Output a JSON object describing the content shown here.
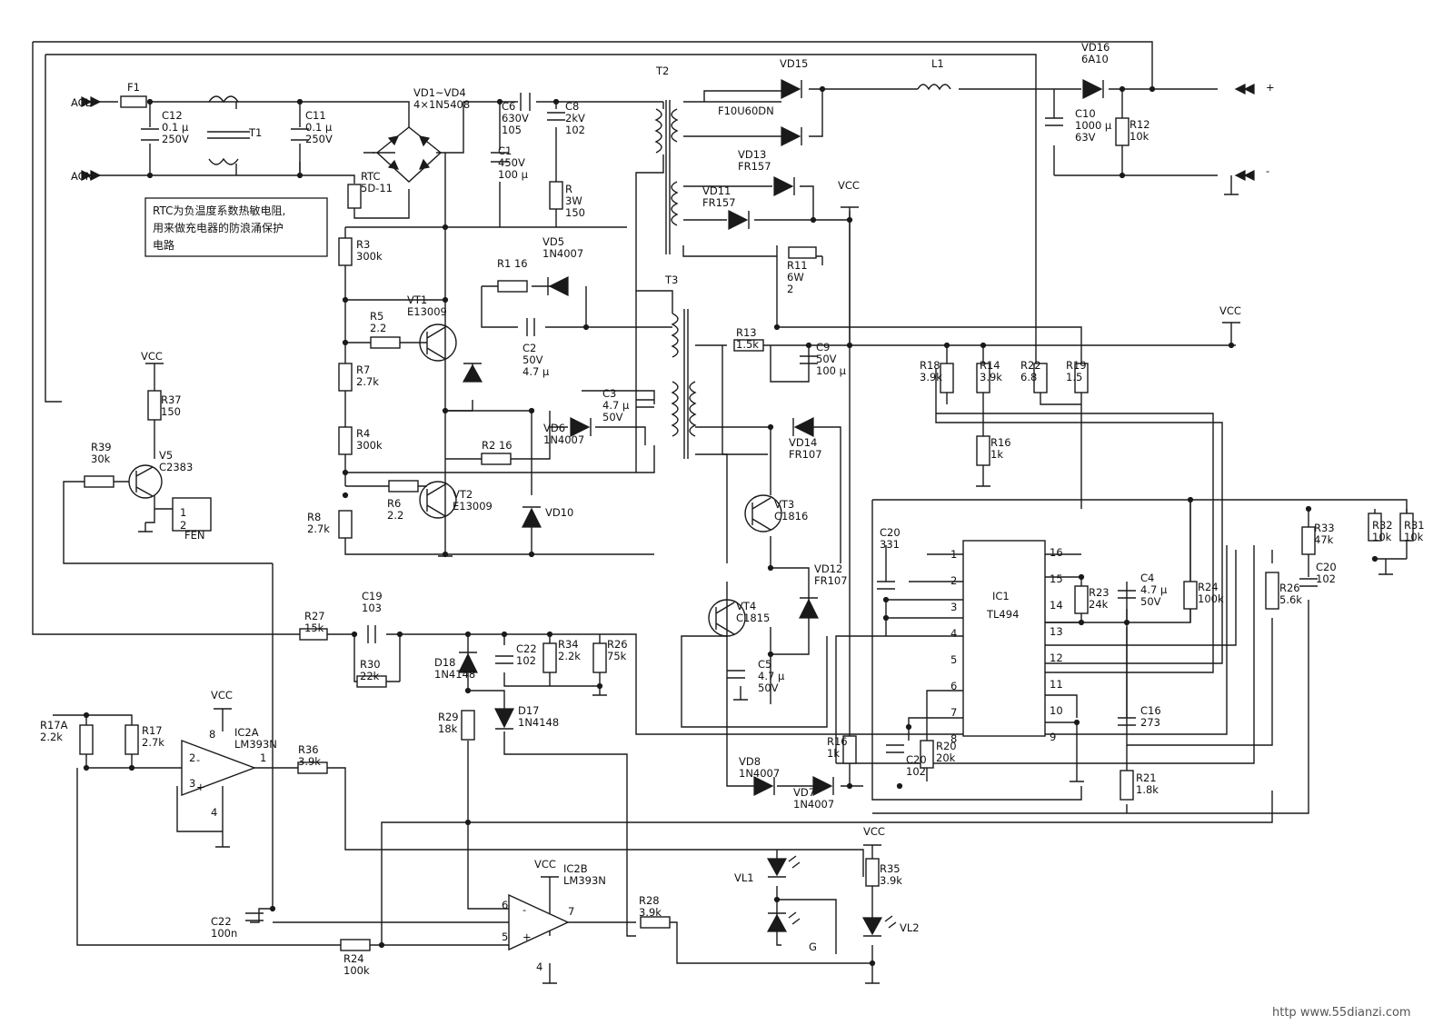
{
  "inputs": {
    "acl": "ACL",
    "acn": "ACN",
    "fuse": "F1"
  },
  "outputs": {
    "plus": "+",
    "minus": "-"
  },
  "supply": "VCC",
  "note": {
    "lines": [
      "RTC为负温度系数热敏电阻,",
      "用来做充电器的防浪涌保护",
      "电路"
    ]
  },
  "watermark": "http  www.55dianzi.com",
  "labels": {
    "c12": [
      "C12",
      "0.1 μ",
      "250V"
    ],
    "t1": [
      "T1"
    ],
    "c11": [
      "C11",
      "0.1 μ",
      "250V"
    ],
    "vd1": [
      "VD1~VD4",
      "4×1N5408"
    ],
    "rtc": [
      "RTC",
      "5D-11"
    ],
    "c6": [
      "C6",
      "630V",
      "105"
    ],
    "c8": [
      "C8",
      "2kV",
      "102"
    ],
    "c1": [
      "C1",
      "450V",
      "100 μ"
    ],
    "r": [
      "R",
      "3W",
      "150"
    ],
    "t2": [
      "T2"
    ],
    "t3": [
      "T3"
    ],
    "vd15": [
      "VD15"
    ],
    "f10u": [
      "F10U60DN"
    ],
    "l1": [
      "L1"
    ],
    "vd16": [
      "VD16",
      "6A10"
    ],
    "c10": [
      "C10",
      "1000 μ",
      "63V"
    ],
    "r12": [
      "R12",
      "10k"
    ],
    "vd13": [
      "VD13",
      "FR157"
    ],
    "vd11": [
      "VD11",
      "FR157"
    ],
    "vcc1": [
      "VCC"
    ],
    "r11": [
      "R11",
      "6W",
      "2"
    ],
    "r3": [
      "R3",
      "300k"
    ],
    "r1": [
      "R1 16"
    ],
    "vd5": [
      "VD5",
      "1N4007"
    ],
    "vt1": [
      "VT1",
      "E13009"
    ],
    "r5": [
      "R5",
      "2.2"
    ],
    "c2": [
      "C2",
      "50V",
      "4.7 μ"
    ],
    "r7": [
      "R7",
      "2.7k"
    ],
    "r4": [
      "R4",
      "300k"
    ],
    "c3": [
      "C3",
      "4.7 μ",
      "50V"
    ],
    "vd6": [
      "VD6",
      "1N4007"
    ],
    "r2": [
      "R2 16"
    ],
    "r13": [
      "R13",
      "1.5k"
    ],
    "c9": [
      "C9",
      "50V",
      "100 μ"
    ],
    "r18": [
      "R18",
      "3.9k"
    ],
    "r14": [
      "R14",
      "3.9k"
    ],
    "r22": [
      "R22",
      "6.8"
    ],
    "r19": [
      "R19",
      "1.5"
    ],
    "vcc2": [
      "VCC"
    ],
    "r16a": [
      "R16",
      "1k"
    ],
    "vd14": [
      "VD14",
      "FR107"
    ],
    "r6": [
      "R6",
      "2.2"
    ],
    "vt2": [
      "VT2",
      "E13009"
    ],
    "r8": [
      "R8",
      "2.7k"
    ],
    "vd10": [
      "VD10"
    ],
    "vt3": [
      "VT3",
      "C1816"
    ],
    "vcc3": [
      "VCC"
    ],
    "r37": [
      "R37",
      "150"
    ],
    "r39": [
      "R39",
      "30k"
    ],
    "v5": [
      "V5",
      "C2383"
    ],
    "fen": [
      "FEN"
    ],
    "fenpins": [
      "1",
      "2"
    ],
    "c20a": [
      "C20",
      "331"
    ],
    "r33": [
      "R33",
      "47k"
    ],
    "r32": [
      "R32",
      "10k"
    ],
    "r31": [
      "R31",
      "10k"
    ],
    "r23": [
      "R23",
      "24k"
    ],
    "c4": [
      "C4",
      "4.7 μ",
      "50V"
    ],
    "r24a": [
      "R24",
      "100k"
    ],
    "r26a": [
      "R26",
      "5.6k"
    ],
    "c20b": [
      "C20",
      "102"
    ],
    "vd12": [
      "VD12",
      "FR107"
    ],
    "vt4": [
      "VT4",
      "C1815"
    ],
    "c5": [
      "C5",
      "4.7 μ",
      "50V"
    ],
    "r27": [
      "R27",
      "15k"
    ],
    "c19": [
      "C19",
      "103"
    ],
    "r30": [
      "R30",
      "22k"
    ],
    "d18": [
      "D18",
      "1N4148"
    ],
    "c22a": [
      "C22",
      "102"
    ],
    "r34": [
      "R34",
      "2.2k"
    ],
    "r26b": [
      "R26",
      "75k"
    ],
    "r29": [
      "R29",
      "18k"
    ],
    "d17": [
      "D17",
      "1N4148"
    ],
    "r17a": [
      "R17A",
      "2.2k"
    ],
    "r17": [
      "R17",
      "2.7k"
    ],
    "vcc4": [
      "VCC"
    ],
    "ic2a": [
      "IC2A",
      "LM393N"
    ],
    "r36": [
      "R36",
      "3.9k"
    ],
    "vd8": [
      "VD8",
      "1N4007"
    ],
    "vd7": [
      "VD7",
      "1N4007"
    ],
    "r16b": [
      "R16",
      "1k"
    ],
    "c20c": [
      "C20",
      "102"
    ],
    "r20": [
      "R20",
      "20k"
    ],
    "c16": [
      "C16",
      "273"
    ],
    "r21": [
      "R21",
      "1.8k"
    ],
    "vl1": [
      "VL1"
    ],
    "vcc5": [
      "VCC"
    ],
    "r35": [
      "R35",
      "3.9k"
    ],
    "vl2": [
      "VL2"
    ],
    "g": [
      "G"
    ],
    "vcc6": [
      "VCC"
    ],
    "ic2b": [
      "IC2B",
      "LM393N"
    ],
    "r28": [
      "R28",
      "3.9k"
    ],
    "c22b": [
      "C22",
      "100n"
    ],
    "r24b": [
      "R24",
      "100k"
    ]
  },
  "ic1": {
    "name": "IC1",
    "part": "TL494",
    "left_pins": [
      "1",
      "2",
      "3",
      "4",
      "5",
      "6",
      "7",
      "8"
    ],
    "right_pins": [
      "16",
      "15",
      "14",
      "13",
      "12",
      "11",
      "10",
      "9"
    ]
  },
  "ic2a_pins": [
    "8",
    "2",
    "3",
    "4",
    "1"
  ],
  "ic2b_pins": [
    "6",
    "5",
    "4",
    "7"
  ],
  "opamp_signs": [
    "-",
    "+",
    "-",
    "+"
  ]
}
